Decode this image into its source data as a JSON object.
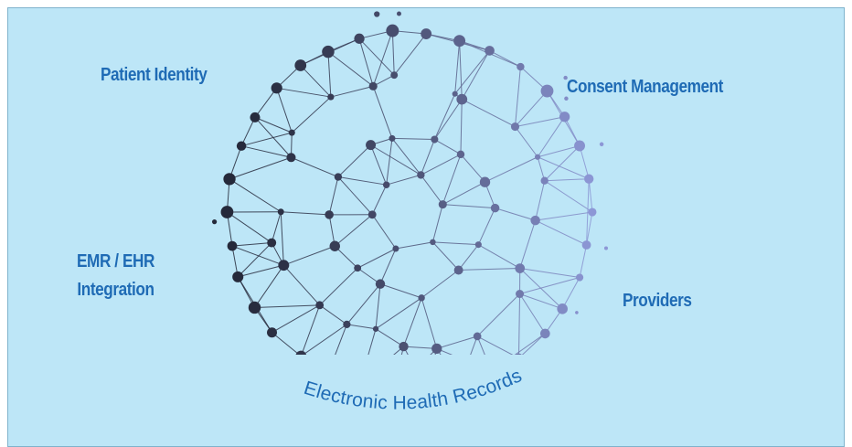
{
  "labels": {
    "patient_identity": "Patient Identity",
    "consent_management": "Consent Management",
    "emr_line1": "EMR / EHR",
    "emr_line2": "Integration",
    "providers": "Providers",
    "arc_text": "Electronic Health Records"
  },
  "colors": {
    "background": "#bde6f7",
    "label_text": "#1f6bb5",
    "node_dark": "#25293a",
    "node_light": "#7c86c6"
  }
}
